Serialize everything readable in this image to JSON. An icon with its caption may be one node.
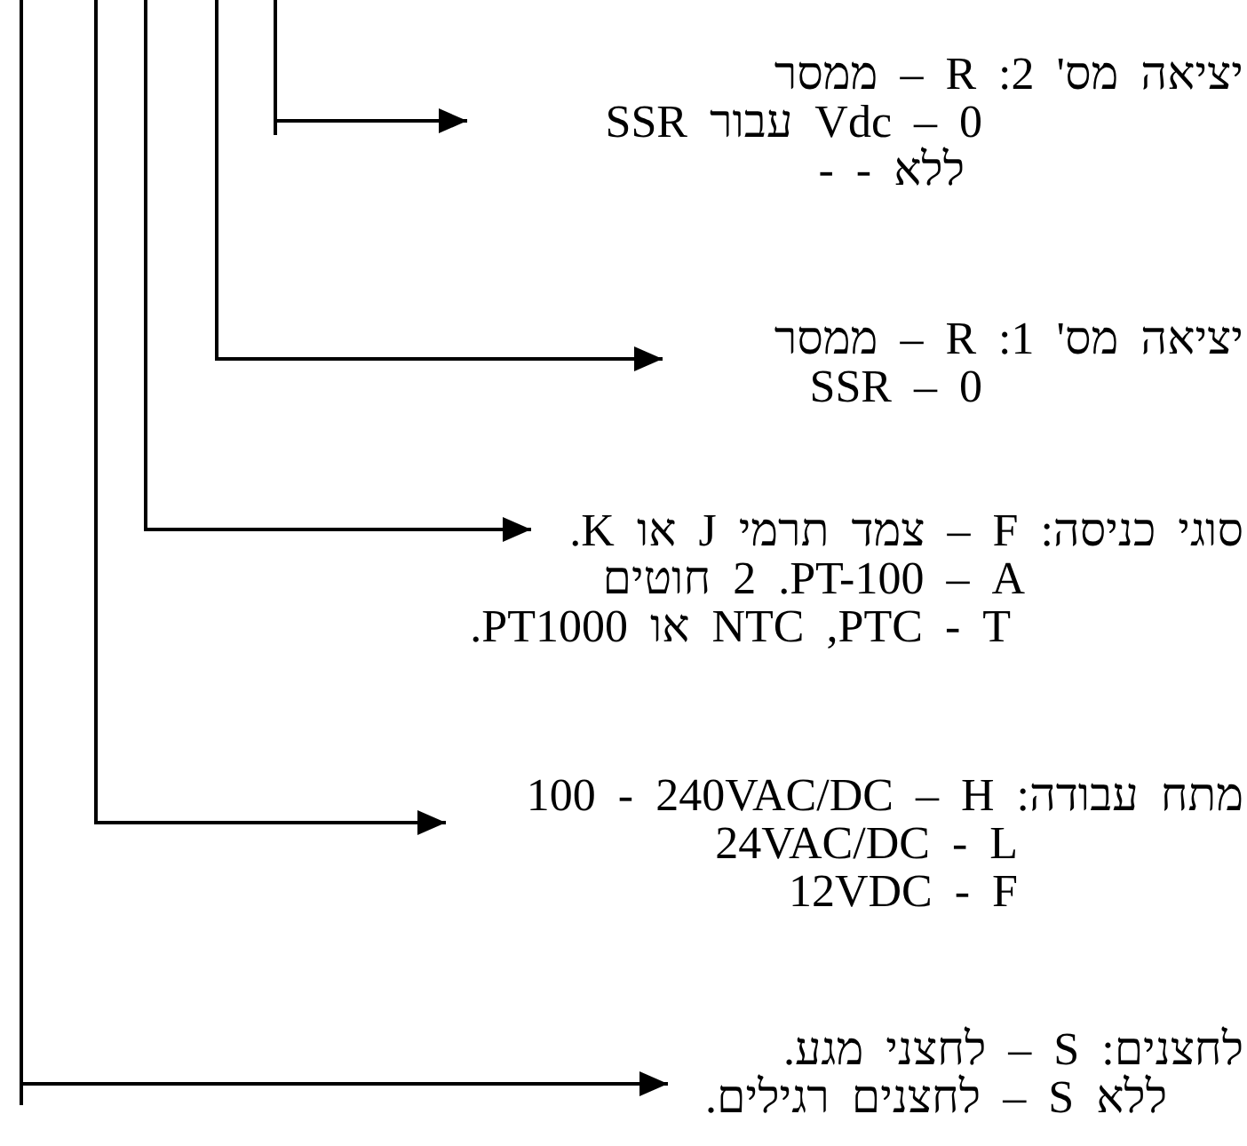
{
  "diagram": {
    "nodes": [
      {
        "text": [
          "יציאה מס' 2: R – ממסר",
          "0 – Vdc עבור SSR",
          "ללא - -"
        ]
      },
      {
        "text": [
          "יציאה מס' 1: R – ממסר",
          "SSR – 0"
        ]
      },
      {
        "text": [
          "סוגי כניסה: F – צמד תרמי J או K.",
          "A – PT-100. 2 חוטים",
          "T - PTC, NTC או PT1000."
        ]
      },
      {
        "text": [
          "מתח עבודה: H – 100 - 240VAC/DC",
          "24VAC/DC - L",
          "12VDC - F"
        ]
      },
      {
        "text": [
          "לחצנים: S – לחצני מגע.",
          "ללא S – לחצנים רגילים."
        ]
      }
    ],
    "edges": [
      {
        "from": null,
        "to": 0,
        "arrow": "to"
      },
      {
        "from": null,
        "to": 1,
        "arrow": "to"
      },
      {
        "from": null,
        "to": 2,
        "arrow": "to"
      },
      {
        "from": null,
        "to": 3,
        "arrow": "to"
      },
      {
        "from": null,
        "to": 4,
        "arrow": "to"
      }
    ]
  }
}
